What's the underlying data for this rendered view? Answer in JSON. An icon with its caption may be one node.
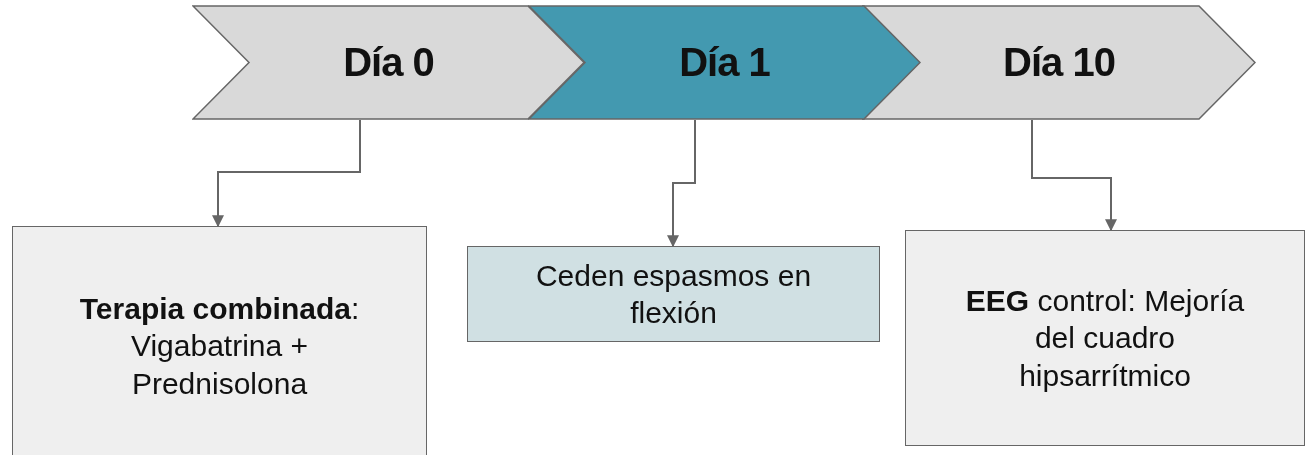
{
  "diagram": {
    "nodes": [
      {
        "text": [
          "Día 0"
        ]
      },
      {
        "text": [
          "Día 1"
        ]
      },
      {
        "text": [
          "Día 10"
        ]
      },
      {
        "text": [
          "**Terapia combinada**: Vigabatrina + Prednisolona"
        ]
      },
      {
        "text": [
          "Ceden espasmos en flexión"
        ]
      },
      {
        "text": [
          "**EEG** control: Mejoría del cuadro hipsarrítmico"
        ]
      }
    ],
    "edges": [
      {
        "from": 0,
        "to": 3,
        "arrow": "to"
      },
      {
        "from": 1,
        "to": 4,
        "arrow": "to"
      },
      {
        "from": 2,
        "to": 5,
        "arrow": "to"
      }
    ]
  }
}
